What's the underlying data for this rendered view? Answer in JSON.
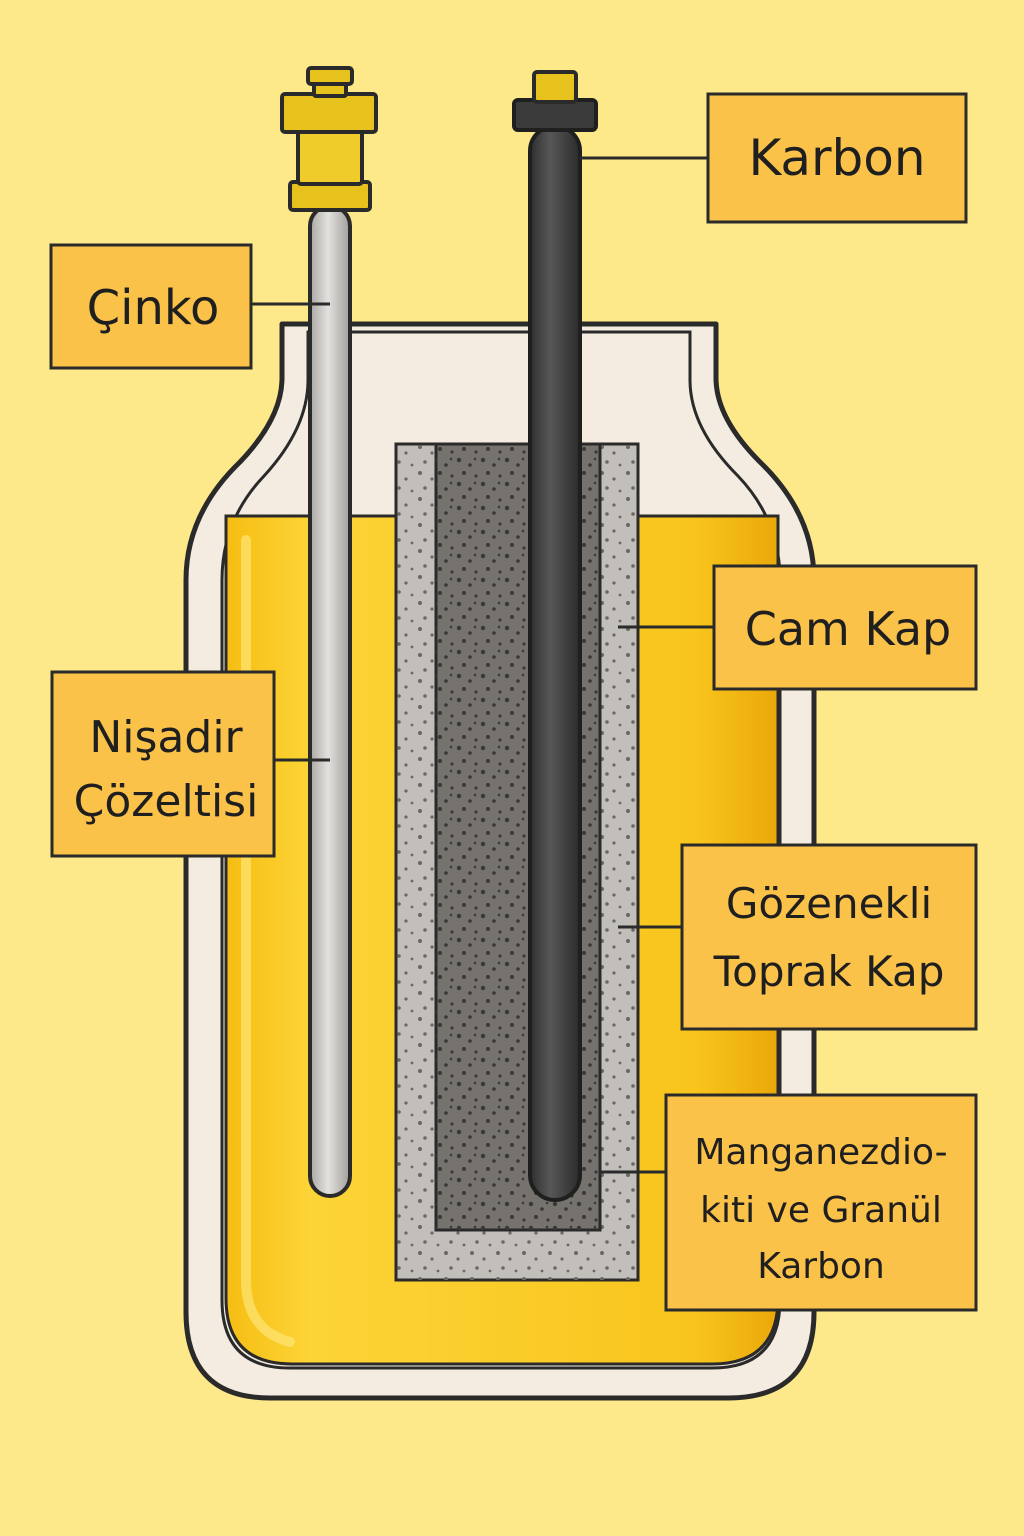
{
  "labels": {
    "karbon": "Karbon",
    "cinko": "Çinko",
    "cam_kap": "Cam Kap",
    "nisadir_line1": "Nişadir",
    "nisadir_line2": "Çözeltisi",
    "gozenekli_line1": "Gözenekli",
    "gozenekli_line2": "Toprak Kap",
    "mangan_line1": "Manganezdio-",
    "mangan_line2": "kiti ve Granül",
    "mangan_line3": "Karbon"
  },
  "colors": {
    "background": "#fde98a",
    "label_box": "#fbc24a",
    "electrolyte": "#f8c51c",
    "glass": "#f4ece0",
    "zinc_rod": "#c7c4c0",
    "carbon_rod": "#3f3f3f",
    "pot_outer": "#bdbab4",
    "pot_inner": "#6a6763",
    "brass": "#e8c21c",
    "outline": "#2a2a2a"
  }
}
